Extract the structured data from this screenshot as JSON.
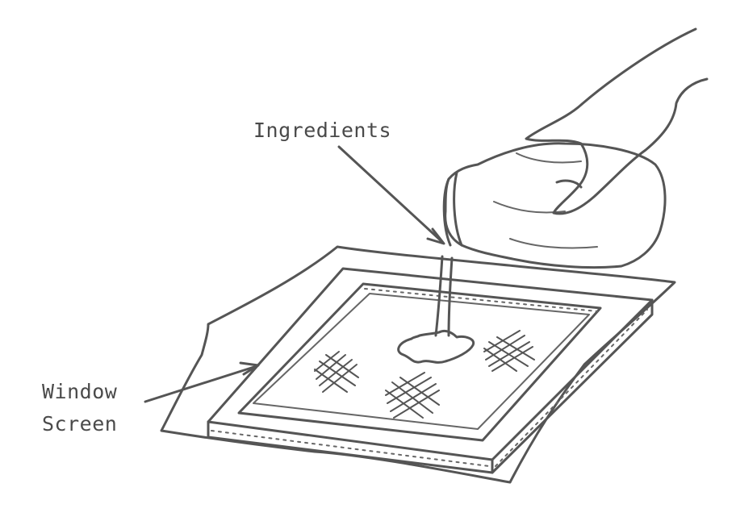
{
  "labels": {
    "ingredients": "Ingredients",
    "window_line1": "Window",
    "window_line2": "Screen"
  }
}
